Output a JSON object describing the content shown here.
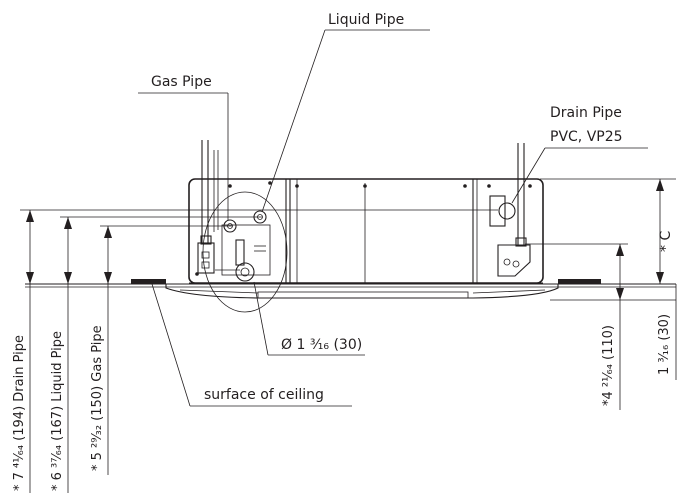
{
  "labels": {
    "liquid_pipe": "Liquid Pipe",
    "gas_pipe": "Gas Pipe",
    "drain_pipe": "Drain Pipe",
    "drain_pipe_material": "PVC, VP25",
    "dim_c": "* C",
    "diameter": "Ø 1 ³⁄₁₆ (30)",
    "surface_of_ceiling": "surface of ceiling",
    "dim_drain": "* 7 ⁴¹⁄₆₄ (194) Drain Pipe",
    "dim_liquid": "* 6 ³⁷⁄₆₄ (167) Liquid Pipe",
    "dim_gas": "* 5 ²⁹⁄₃₂ (150) Gas Pipe",
    "dim_110": "*4 ²¹⁄₆₄ (110)",
    "dim_30": "1 ³⁄₁₆ (30)"
  },
  "colors": {
    "line": "#231f20",
    "background": "#ffffff"
  }
}
